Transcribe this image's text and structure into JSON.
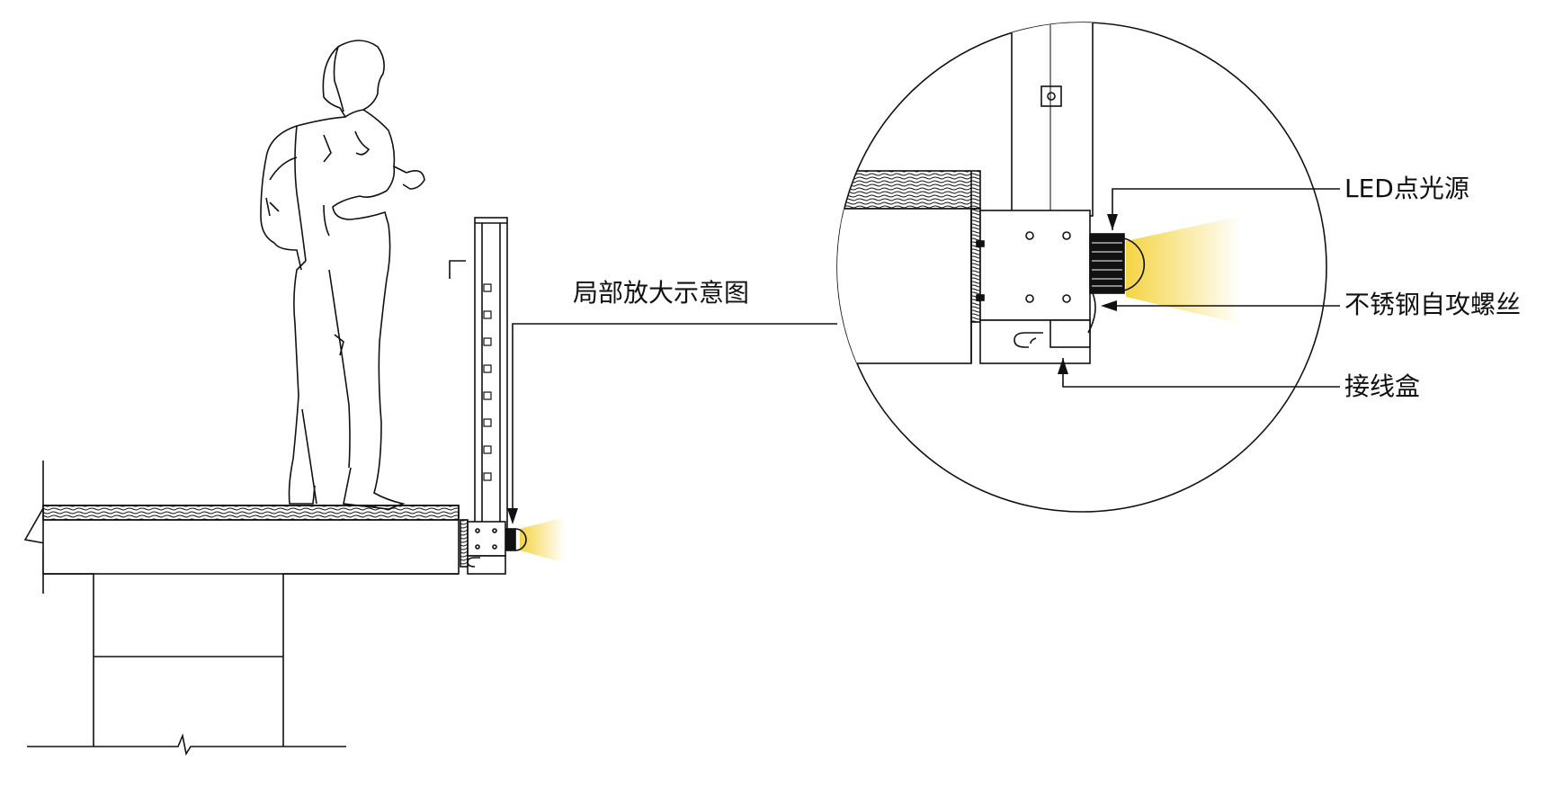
{
  "labels": {
    "zoom_title": "局部放大示意图",
    "led_light": "LED点光源",
    "screw": "不锈钢自攻螺丝",
    "junction_box": "接线盒"
  },
  "colors": {
    "line": "#111111",
    "light_glow": "#f4d23a",
    "background": "#ffffff"
  }
}
